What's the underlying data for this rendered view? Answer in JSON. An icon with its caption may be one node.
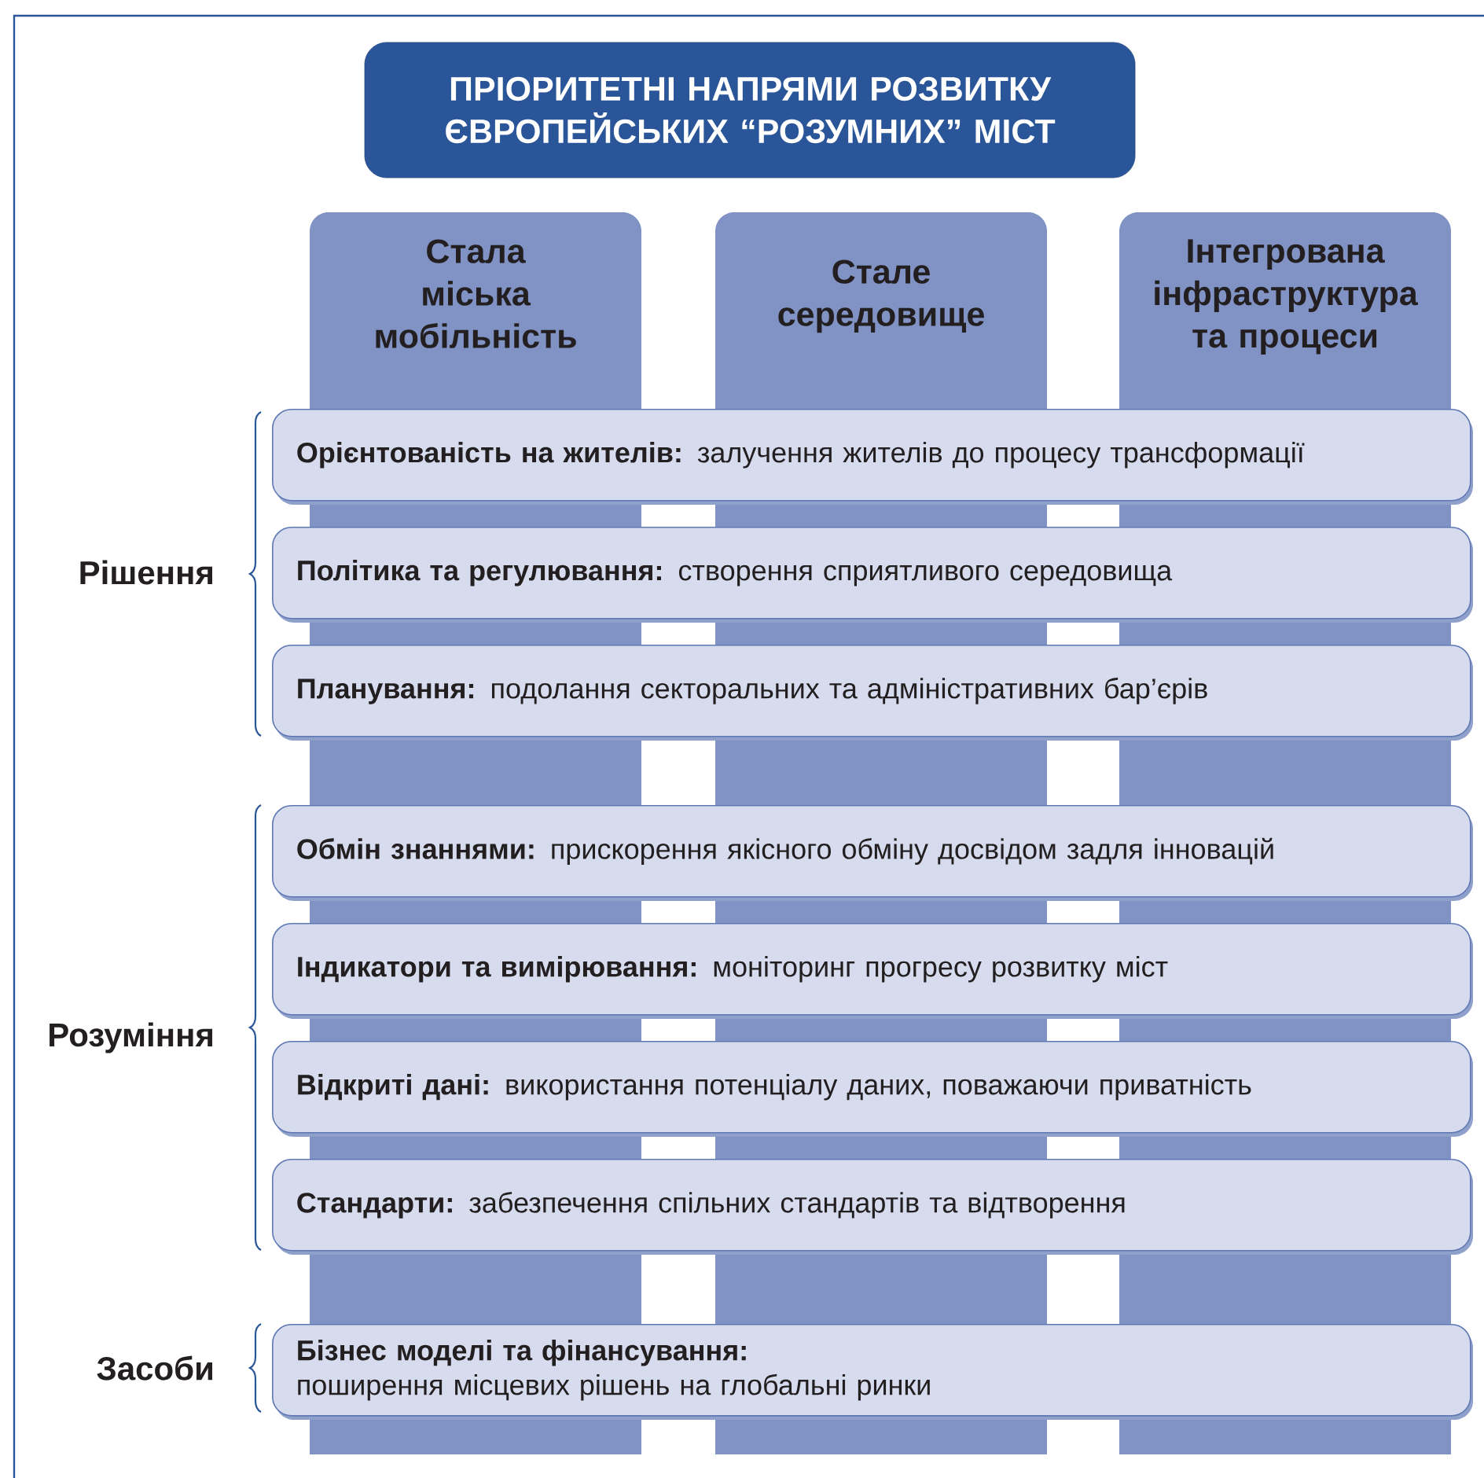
{
  "diagram": {
    "nodes": [
      {
        "text": [
          "ПРІОРИТЕТНІ НАПРЯМИ РОЗВИТКУ ЄВРОПЕЙСЬКИХ “РОЗУМНИХ” МІСТ"
        ]
      },
      {
        "text": [
          "Стала міська мобільність"
        ]
      },
      {
        "text": [
          "Стале середовище"
        ]
      },
      {
        "text": [
          "Інтегрована інфраструктура та процеси"
        ]
      },
      {
        "text": [
          "**Орієнтованість на жителів:** залучення жителів до процесу трансформації"
        ]
      },
      {
        "text": [
          "**Політика та регулювання:** створення сприятливого середовища"
        ]
      },
      {
        "text": [
          "**Планування:** подолання секторальних та адміністративних бар’єрів"
        ]
      },
      {
        "text": [
          "**Обмін знаннями:** прискорення якісного обміну досвідом задля інновацій"
        ]
      },
      {
        "text": [
          "**Індикатори та вимірювання:** моніторинг прогресу розвитку міст"
        ]
      },
      {
        "text": [
          "**Відкриті дані:** використання потенціалу даних, поважаючи приватність"
        ]
      },
      {
        "text": [
          "**Стандарти:** забезпечення спільних стандартів та відтворення"
        ]
      },
      {
        "text": [
          "Бізнес моделі та фінансування:",
          "поширення місцевих рішень на глобальні ринки"
        ]
      }
    ],
    "labels": [
      "Рішення",
      "Розуміння",
      "Засоби"
    ]
  }
}
